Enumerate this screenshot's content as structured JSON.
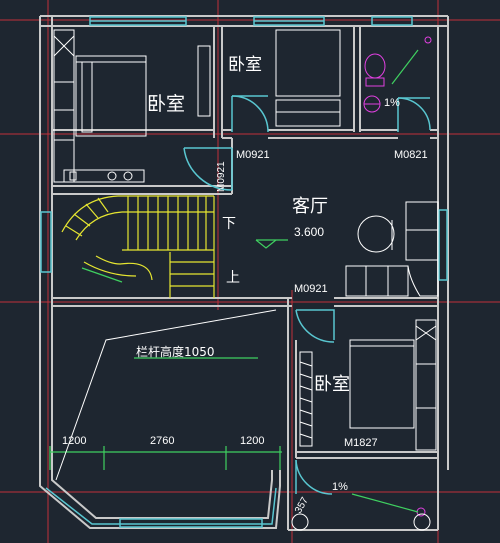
{
  "rooms": {
    "bedroom_top_left": "卧室",
    "bedroom_top_middle": "卧室",
    "bedroom_bottom_right": "卧室",
    "living_room": "客厅"
  },
  "floor_level": "3.600",
  "stair": {
    "down": "下",
    "up": "上"
  },
  "doors": {
    "d_left_vertical": "M0921",
    "d_top_middle": "M0921",
    "d_top_right": "M0821",
    "d_center": "M0921",
    "d_bottom_right": "M1827"
  },
  "railing_note": "栏杆高度1050",
  "slopes": {
    "bath": "1%",
    "balcony": "1%"
  },
  "dimensions": [
    "1200",
    "2760",
    "1200"
  ],
  "balcony_dim": "357",
  "colors": {
    "background": "#1e2630",
    "wall": "#c9c9c9",
    "axis": "#c0303a",
    "window": "#59c6d0",
    "furniture": "#ffffff",
    "stair": "#e6e630",
    "dimension": "#3fd060",
    "fixture": "#e040e0",
    "level": "#3fd060"
  }
}
